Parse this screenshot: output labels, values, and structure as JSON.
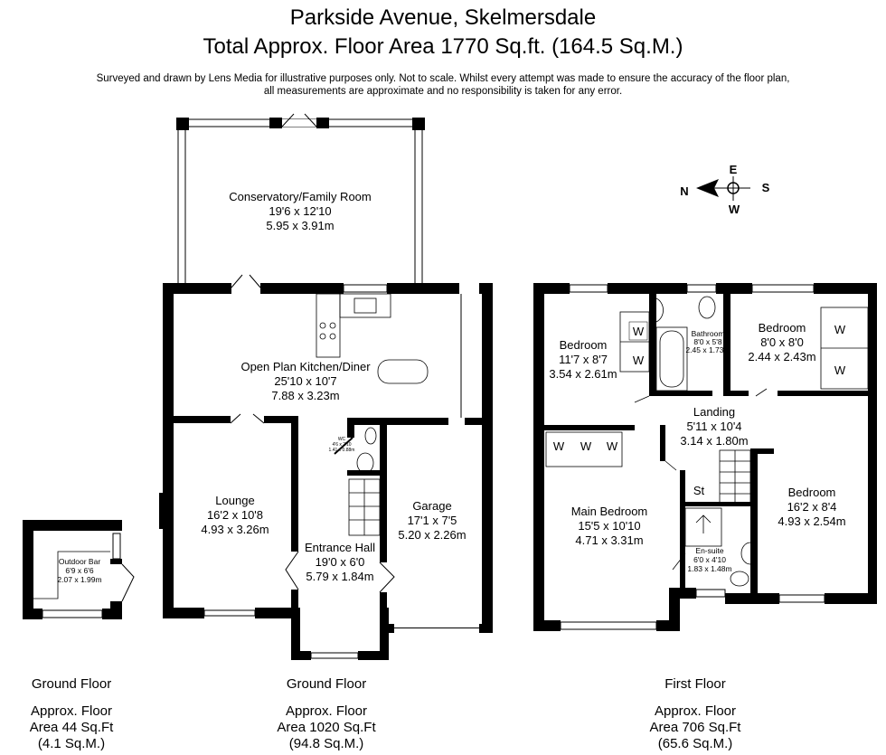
{
  "header": {
    "title": "Parkside Avenue, Skelmersdale",
    "subtitle": "Total Approx. Floor Area 1770 Sq.ft. (164.5 Sq.M.)",
    "disclaimer_line1": "Surveyed and drawn by Lens Media for illustrative purposes only. Not to scale. Whilst every attempt was made to ensure the accuracy of the floor plan,",
    "disclaimer_line2": "all measurements are approximate and no responsibility is taken for any error."
  },
  "compass": {
    "n": "N",
    "e": "E",
    "s": "S",
    "w": "W"
  },
  "rooms": {
    "conservatory": {
      "name": "Conservatory/Family Room",
      "imperial": "19'6 x 12'10",
      "metric": "5.95 x 3.91m"
    },
    "kitchen": {
      "name": "Open Plan Kitchen/Diner",
      "imperial": "25'10 x 10'7",
      "metric": "7.88 x 3.23m"
    },
    "lounge": {
      "name": "Lounge",
      "imperial": "16'2 x 10'8",
      "metric": "4.93 x 3.26m"
    },
    "wc": {
      "name": "WC",
      "imperial": "4'6 x 2'10",
      "metric": "1.41 x 0.88m"
    },
    "hall": {
      "name": "Entrance Hall",
      "imperial": "19'0 x 6'0",
      "metric": "5.79 x 1.84m"
    },
    "garage": {
      "name": "Garage",
      "imperial": "17'1 x 7'5",
      "metric": "5.20 x 2.26m"
    },
    "bar": {
      "name": "Outdoor Bar",
      "imperial": "6'9 x 6'6",
      "metric": "2.07 x 1.99m"
    },
    "bed2": {
      "name": "Bedroom",
      "imperial": "11'7 x 8'7",
      "metric": "3.54 x 2.61m"
    },
    "bathroom": {
      "name": "Bathroom",
      "imperial": "8'0 x 5'8",
      "metric": "2.45 x 1.73m"
    },
    "bed3": {
      "name": "Bedroom",
      "imperial": "8'0 x 8'0",
      "metric": "2.44 x 2.43m"
    },
    "landing": {
      "name": "Landing",
      "imperial": "5'11 x 10'4",
      "metric": "3.14 x 1.80m"
    },
    "main_bed": {
      "name": "Main Bedroom",
      "imperial": "15'5 x 10'10",
      "metric": "4.71 x 3.31m"
    },
    "ensuite": {
      "name": "En-suite",
      "imperial": "6'0 x 4'10",
      "metric": "1.83 x 1.48m"
    },
    "bed4": {
      "name": "Bedroom",
      "imperial": "16'2 x 8'4",
      "metric": "4.93 x 2.54m"
    },
    "wardrobe": "W",
    "store": "St"
  },
  "floors": [
    {
      "name": "Ground Floor",
      "line1": "Approx. Floor",
      "line2": "Area 44 Sq.Ft",
      "line3": "(4.1 Sq.M.)"
    },
    {
      "name": "Ground Floor",
      "line1": "Approx. Floor",
      "line2": "Area 1020 Sq.Ft",
      "line3": "(94.8 Sq.M.)"
    },
    {
      "name": "First Floor",
      "line1": "Approx. Floor",
      "line2": "Area 706 Sq.Ft",
      "line3": "(65.6 Sq.M.)"
    }
  ]
}
